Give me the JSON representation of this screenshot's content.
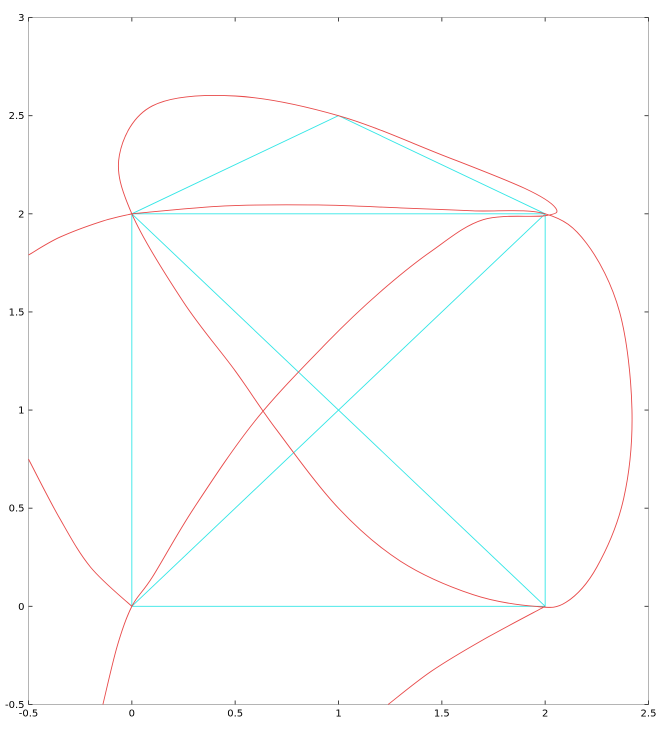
{
  "chart_data": {
    "type": "line",
    "title": "",
    "xlabel": "",
    "ylabel": "",
    "xlim": [
      -0.5,
      2.5
    ],
    "ylim": [
      -0.5,
      3
    ],
    "grid": false,
    "x_ticks": [
      -0.5,
      0,
      0.5,
      1,
      1.5,
      2,
      2.5
    ],
    "y_ticks": [
      -0.5,
      0,
      0.5,
      1,
      1.5,
      2,
      2.5,
      3
    ],
    "x_tick_labels": [
      "-0.5",
      "0",
      "0.5",
      "1",
      "1.5",
      "2",
      "2.5"
    ],
    "y_tick_labels": [
      "-0.5",
      "0",
      "0.5",
      "1",
      "1.5",
      "2",
      "2.5",
      "3"
    ],
    "colors": {
      "construction": "#33e6e6",
      "curve": "#e84a4a"
    },
    "series": [
      {
        "kind": "polyline",
        "color": "#33e6e6",
        "points": [
          [
            0,
            0
          ],
          [
            2,
            0
          ],
          [
            2,
            2
          ],
          [
            0,
            2
          ],
          [
            0,
            0
          ]
        ]
      },
      {
        "kind": "polyline",
        "color": "#33e6e6",
        "points": [
          [
            0,
            0
          ],
          [
            2,
            2
          ]
        ]
      },
      {
        "kind": "polyline",
        "color": "#33e6e6",
        "points": [
          [
            0,
            2
          ],
          [
            2,
            0
          ]
        ]
      },
      {
        "kind": "polyline",
        "color": "#33e6e6",
        "points": [
          [
            0,
            2
          ],
          [
            1,
            2.5
          ],
          [
            2,
            2
          ]
        ]
      },
      {
        "kind": "smooth",
        "color": "#e84a4a",
        "points": [
          [
            0,
            2
          ],
          [
            0.45,
            2.04
          ],
          [
            0.9,
            2.045
          ],
          [
            1.3,
            2.03
          ],
          [
            1.65,
            2.015
          ],
          [
            2,
            2
          ],
          [
            2.2,
            1.85
          ],
          [
            2.36,
            1.5
          ],
          [
            2.42,
            1.0
          ],
          [
            2.38,
            0.55
          ],
          [
            2.25,
            0.2
          ],
          [
            2.1,
            0.02
          ],
          [
            1.95,
            0
          ],
          [
            1.65,
            0.06
          ],
          [
            1.3,
            0.23
          ],
          [
            1.0,
            0.5
          ],
          [
            0.7,
            0.9
          ],
          [
            0.5,
            1.2
          ],
          [
            0.25,
            1.55
          ],
          [
            0,
            2
          ],
          [
            -0.06,
            2.3
          ],
          [
            0.1,
            2.55
          ],
          [
            0.5,
            2.6
          ],
          [
            1.0,
            2.5
          ],
          [
            1.5,
            2.3
          ],
          [
            1.9,
            2.13
          ],
          [
            2.05,
            2.03
          ],
          [
            2.0,
            1.99
          ],
          [
            1.7,
            1.97
          ],
          [
            1.45,
            1.81
          ],
          [
            1.2,
            1.6
          ],
          [
            0.95,
            1.35
          ],
          [
            0.6,
            0.95
          ],
          [
            0.3,
            0.5
          ],
          [
            0.1,
            0.15
          ],
          [
            0,
            0
          ],
          [
            -0.07,
            -0.2
          ],
          [
            -0.14,
            -0.5
          ]
        ]
      },
      {
        "kind": "smooth",
        "color": "#e84a4a",
        "points": [
          [
            -0.5,
            1.79
          ],
          [
            -0.35,
            1.88
          ],
          [
            -0.15,
            1.96
          ],
          [
            0,
            2
          ]
        ]
      },
      {
        "kind": "smooth",
        "color": "#e84a4a",
        "points": [
          [
            -0.5,
            0.75
          ],
          [
            -0.35,
            0.45
          ],
          [
            -0.2,
            0.2
          ],
          [
            0,
            0
          ]
        ]
      },
      {
        "kind": "smooth",
        "color": "#e84a4a",
        "points": [
          [
            2,
            0
          ],
          [
            1.7,
            -0.17
          ],
          [
            1.45,
            -0.33
          ],
          [
            1.24,
            -0.5
          ]
        ]
      }
    ]
  }
}
